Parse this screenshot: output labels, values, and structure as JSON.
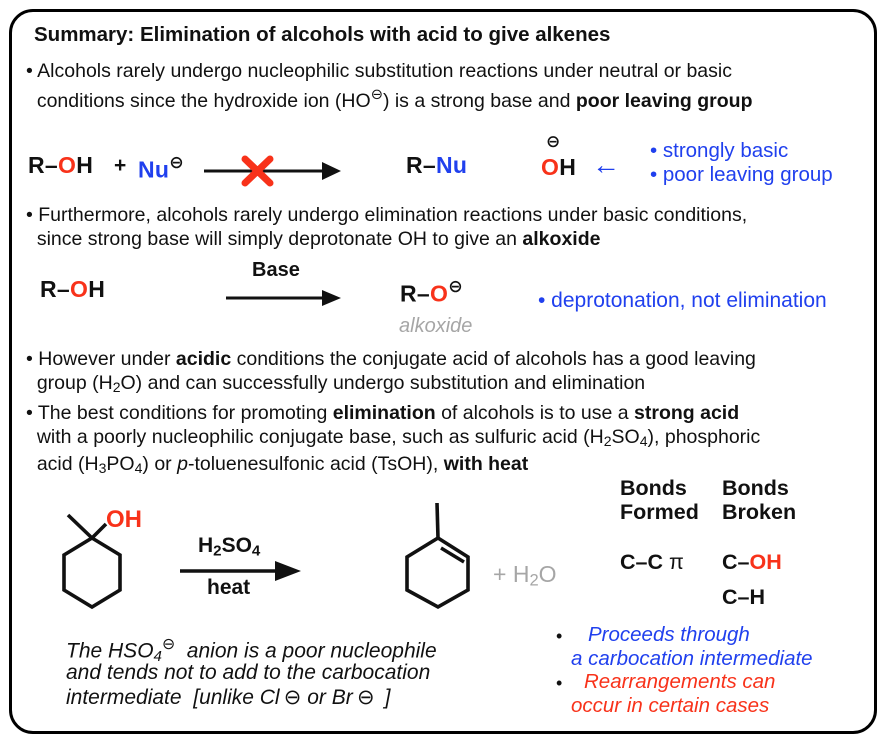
{
  "colors": {
    "red": "#f8321a",
    "blue": "#2040ee",
    "gray": "#a6a6a6",
    "black": "#111111"
  },
  "header": {
    "title": "Summary: Elimination of alcohols with acid to give alkenes"
  },
  "bullets": {
    "b1": [
      {
        "t": "• Alcohols rarely undergo nucleophilic substitution reactions under neutral or basic"
      },
      {
        "br": true
      },
      {
        "t": "  conditions since the hydroxide ion (HO"
      },
      {
        "t": "⊖",
        "sup": true
      },
      {
        "t": ") is a strong base and "
      },
      {
        "t": "poor leaving group",
        "b": true
      }
    ],
    "b2": [
      {
        "t": "• Furthermore, alcohols rarely undergo elimination reactions under basic conditions,"
      },
      {
        "br": true
      },
      {
        "t": "  since strong base will simply deprotonate OH to give an "
      },
      {
        "t": "alkoxide",
        "b": true
      }
    ],
    "b3": [
      {
        "t": "• However under "
      },
      {
        "t": "acidic",
        "b": true
      },
      {
        "t": " conditions the conjugate acid of alcohols has a good leaving"
      },
      {
        "br": true
      },
      {
        "t": "  group (H"
      },
      {
        "t": "2",
        "sub": true
      },
      {
        "t": "O) and can successfully undergo substitution and elimination"
      }
    ],
    "b4": [
      {
        "t": "• The best conditions for promoting "
      },
      {
        "t": "elimination",
        "b": true
      },
      {
        "t": " of alcohols is to use a "
      },
      {
        "t": "strong acid",
        "b": true
      },
      {
        "br": true
      },
      {
        "t": "  with a poorly nucleophilic conjugate base, such as sulfuric acid (H"
      },
      {
        "t": "2",
        "sub": true
      },
      {
        "t": "SO"
      },
      {
        "t": "4",
        "sub": true
      },
      {
        "t": "), phosphoric"
      },
      {
        "br": true
      },
      {
        "t": "  acid (H"
      },
      {
        "t": "3",
        "sub": true
      },
      {
        "t": "PO"
      },
      {
        "t": "4",
        "sub": true
      },
      {
        "t": ") or "
      },
      {
        "t": "p",
        "i": true
      },
      {
        "t": "-toluenesulfonic acid (TsOH), "
      },
      {
        "t": "with heat",
        "b": true
      }
    ]
  },
  "scheme1": {
    "reactant": [
      {
        "t": "R"
      },
      {
        "t": "–"
      },
      {
        "t": "O",
        "c": "red"
      },
      {
        "t": "H"
      }
    ],
    "plus": "+",
    "nucleophile": [
      {
        "t": "Nu",
        "c": "blue"
      },
      {
        "t": "⊖",
        "sup": true
      }
    ],
    "product": [
      {
        "t": "R"
      },
      {
        "t": "–"
      },
      {
        "t": "Nu",
        "c": "blue"
      }
    ],
    "hydroxide_charge": "⊖",
    "hydroxide": [
      {
        "t": "O",
        "c": "red"
      },
      {
        "t": "H"
      }
    ],
    "pointer": "←",
    "note1": "• strongly basic",
    "note2": "• poor leaving group"
  },
  "scheme2": {
    "reactant": [
      {
        "t": "R"
      },
      {
        "t": "–"
      },
      {
        "t": "O",
        "c": "red"
      },
      {
        "t": "H"
      }
    ],
    "arrow_label": "Base",
    "product": [
      {
        "t": "R"
      },
      {
        "t": "–"
      },
      {
        "t": "O",
        "c": "red"
      },
      {
        "t": "⊖",
        "sup": true,
        "c": "black"
      }
    ],
    "caption": "alkoxide",
    "note": "• deprotonation, not elimination"
  },
  "scheme3": {
    "reactant_label": "OH",
    "conditions_top": [
      {
        "t": "H"
      },
      {
        "t": "2",
        "sub": true
      },
      {
        "t": "SO"
      },
      {
        "t": "4",
        "sub": true
      }
    ],
    "conditions_bottom": "heat",
    "byproduct": [
      {
        "t": "+ H",
        "c": "gray"
      },
      {
        "t": "2",
        "sub": true,
        "c": "gray"
      },
      {
        "t": "O",
        "c": "gray"
      }
    ]
  },
  "bonds": {
    "formed_header": "Bonds\nFormed",
    "broken_header": "Bonds\nBroken",
    "formed_row": [
      {
        "t": "C–C "
      },
      {
        "t": "π",
        "n": true
      }
    ],
    "broken_row1": [
      {
        "t": "C–"
      },
      {
        "t": "OH",
        "c": "red"
      }
    ],
    "broken_row2": "C–H"
  },
  "footnote": {
    "l1": [
      {
        "t": "The HSO"
      },
      {
        "t": "4",
        "sub": true
      },
      {
        "t": "⊖",
        "sup": true
      },
      {
        "t": "  anion is a poor nucleophile"
      }
    ],
    "l2": "and tends not to add to the carbocation",
    "l3": "intermediate  [unlike Cl ⊖ or Br ⊖  ]"
  },
  "side_notes": {
    "bullet": "•",
    "carbocation_l1": "Proceeds through",
    "carbocation_l2": "a carbocation intermediate",
    "rearrangement_l1": "Rearrangements can",
    "rearrangement_l2": "occur in certain cases"
  }
}
